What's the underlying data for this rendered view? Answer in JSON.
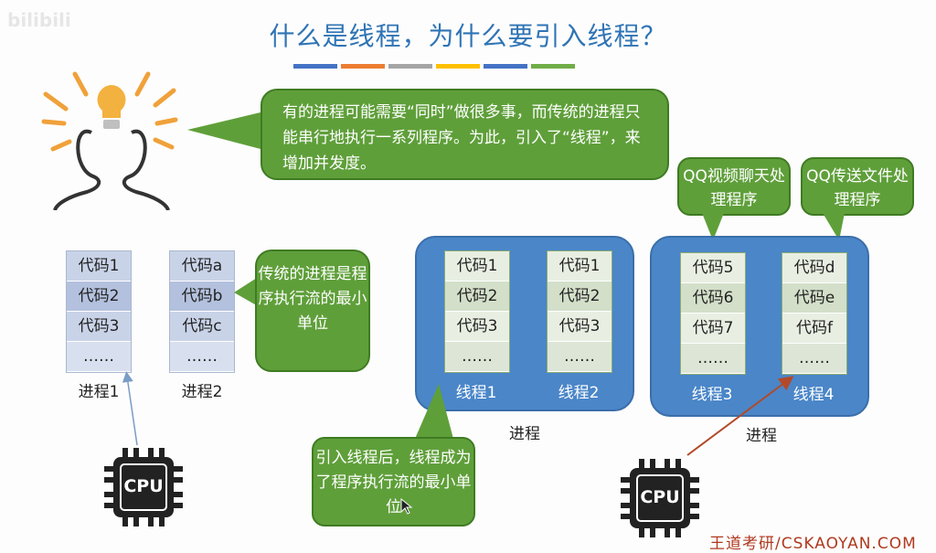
{
  "watermark": "bilibili",
  "title": "什么是线程，为什么要引入线程？",
  "title_bar_colors": [
    "#4472c4",
    "#ed7d31",
    "#a5a5a5",
    "#ffc000",
    "#4472c4",
    "#70ad47"
  ],
  "top_bubble": "有的进程可能需要“同时”做很多事，而传统的进程只能串行地执行一系列程序。为此，引入了“线程”，来增加并发度。",
  "traditional_bubble": "传统的进程是程序执行流的最小单位",
  "bottom_bubble": "引入线程后，线程成为了程序执行流的最小单位",
  "qq_video_bubble": "QQ视频聊天处理程序",
  "qq_file_bubble": "QQ传送文件处理程序",
  "process1": {
    "codes": [
      "代码1",
      "代码2",
      "代码3",
      "……"
    ],
    "label": "进程1"
  },
  "process2": {
    "codes": [
      "代码a",
      "代码b",
      "代码c",
      "……"
    ],
    "label": "进程2"
  },
  "panel1": {
    "label": "进程",
    "thread1": {
      "codes": [
        "代码1",
        "代码2",
        "代码3",
        "……"
      ],
      "label": "线程1"
    },
    "thread2": {
      "codes": [
        "代码1",
        "代码2",
        "代码3",
        "……"
      ],
      "label": "线程2"
    }
  },
  "panel2": {
    "label": "进程",
    "thread3": {
      "codes": [
        "代码5",
        "代码6",
        "代码7",
        "……"
      ],
      "label": "线程3"
    },
    "thread4": {
      "codes": [
        "代码d",
        "代码e",
        "代码f",
        "……"
      ],
      "label": "线程4"
    }
  },
  "cpu_label": "CPU",
  "brand": "王道考研/CSKAOYAN.COM",
  "colors": {
    "green": "#5f9f3a",
    "blue_panel": "#4a86c8",
    "title": "#2f74b5",
    "icon_orange": "#f0a13a"
  }
}
